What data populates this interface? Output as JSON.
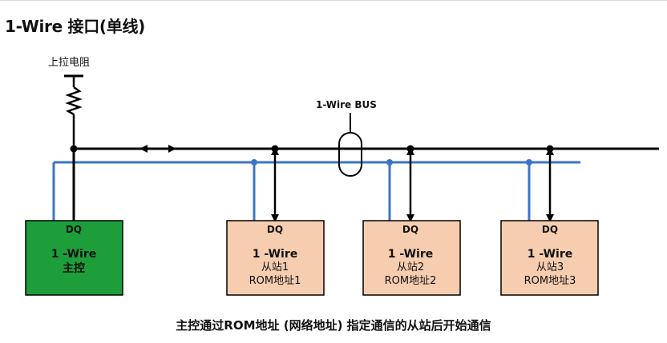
{
  "title": "1-Wire 接口(单线)",
  "pullup_label": "上拉电阻",
  "bus_label": "1-Wire BUS",
  "master": {
    "pin": "DQ",
    "line1": "1 -Wire",
    "line2": "主控",
    "color": "#1e9e3a"
  },
  "slaves": [
    {
      "pin": "DQ",
      "line1": "1 -Wire",
      "line2": "从站1",
      "line3": "ROM地址1"
    },
    {
      "pin": "DQ",
      "line1": "1 -Wire",
      "line2": "从站2",
      "line3": "ROM地址2"
    },
    {
      "pin": "DQ",
      "line1": "1 -Wire",
      "line2": "从站3",
      "line3": "ROM地址3"
    }
  ],
  "slave_color": "#f7cdb0",
  "ground_line_color": "#3b76c4",
  "caption": "主控通过ROM地址 (网络地址) 指定通信的从站后开始通信"
}
